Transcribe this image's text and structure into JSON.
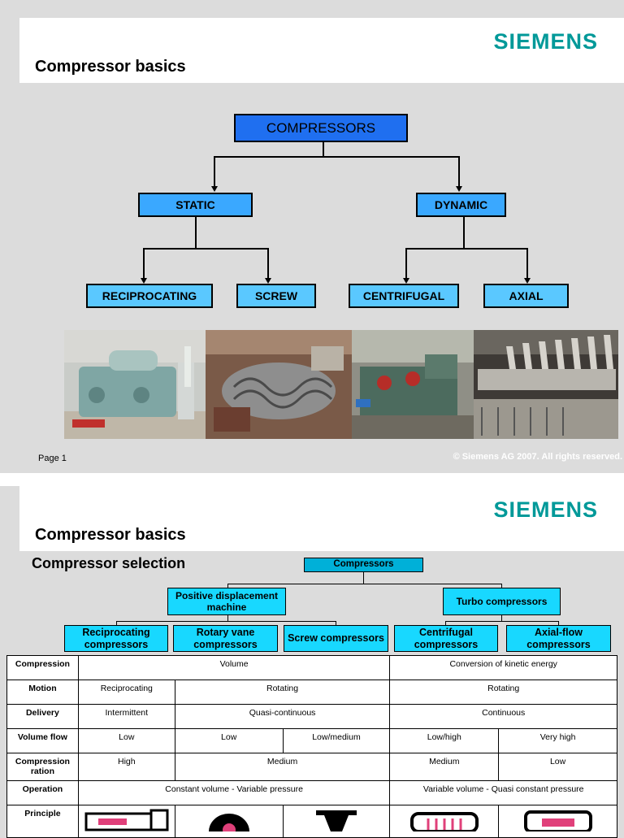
{
  "slide1": {
    "logo": "SIEMENS",
    "title": "Compressor basics",
    "tree": {
      "root": "COMPRESSORS",
      "static": "STATIC",
      "dynamic": "DYNAMIC",
      "reciprocating": "RECIPROCATING",
      "screw": "SCREW",
      "centrifugal": "CENTRIFUGAL",
      "axial": "AXIAL"
    },
    "page": "Page 1",
    "copyright": "©  Siemens AG  2007. All rights reserved."
  },
  "slide2": {
    "logo": "SIEMENS",
    "title": "Compressor basics",
    "subtitle": "Compressor selection",
    "tree": {
      "root": "Compressors",
      "positive": "Positive displacement machine",
      "turbo": "Turbo compressors",
      "reciprocating": "Reciprocating compressors",
      "rotary": "Rotary vane compressors",
      "screw": "Screw compressors",
      "centrifugal": "Centrifugal compressors",
      "axial": "Axial-flow compressors"
    },
    "table": {
      "compression": {
        "label": "Compression",
        "pd": "Volume",
        "turbo": "Conversion of kinetic energy"
      },
      "motion": {
        "label": "Motion",
        "recip": "Reciprocating",
        "rot": "Rotating",
        "turbo": "Rotating"
      },
      "delivery": {
        "label": "Delivery",
        "recip": "Intermittent",
        "rot": "Quasi-continuous",
        "turbo": "Continuous"
      },
      "volume": {
        "label": "Volume flow",
        "recip": "Low",
        "rotary": "Low",
        "screw": "Low/medium",
        "cent": "Low/high",
        "axial": "Very high"
      },
      "ratio": {
        "label": "Compression ration",
        "recip": "High",
        "rot": "Medium",
        "cent": "Medium",
        "axial": "Low"
      },
      "operation": {
        "label": "Operation",
        "pd": "Constant volume - Variable pressure",
        "turbo": "Variable volume - Quasi constant pressure"
      },
      "principle": {
        "label": "Principle"
      }
    }
  }
}
